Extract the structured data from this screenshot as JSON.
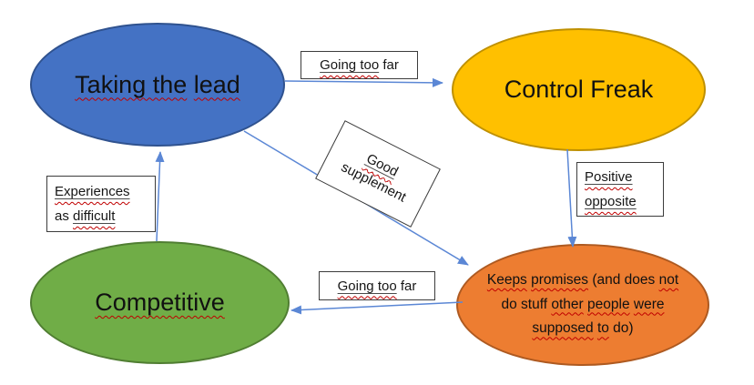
{
  "colors": {
    "connector": "#5b87d5",
    "spell": "#c00000",
    "box_border": "#3c3c3c",
    "node_blue_fill": "#4472C4",
    "node_blue_border": "#2F528F",
    "node_gold_fill": "#FFC000",
    "node_gold_border": "#BF9000",
    "node_green_fill": "#70AD47",
    "node_green_border": "#507E32",
    "node_orange_fill": "#ED7D31",
    "node_orange_border": "#AE5A21"
  },
  "diagram": {
    "nodes": [
      {
        "id": "taking-the-lead",
        "label": "Taking the lead",
        "fill": "#4472C4",
        "border": "#2F528F",
        "lines": [
          [
            {
              "t": "Taking the",
              "m": true
            },
            {
              "t": " ",
              "m": false
            },
            {
              "t": "lead",
              "m": true
            }
          ]
        ]
      },
      {
        "id": "control-freak",
        "label": "Control Freak",
        "fill": "#FFC000",
        "border": "#BF9000",
        "lines": [
          [
            {
              "t": "Control Freak",
              "m": false
            }
          ]
        ]
      },
      {
        "id": "competitive",
        "label": "Competitive",
        "fill": "#70AD47",
        "border": "#507E32",
        "lines": [
          [
            {
              "t": "Competitive",
              "m": true
            }
          ]
        ]
      },
      {
        "id": "keeps-promises",
        "label": "Keeps promises (and does not do stuff other people were supposed to do)",
        "fill": "#ED7D31",
        "border": "#AE5A21",
        "lines": [
          [
            {
              "t": "Keeps",
              "m": true
            },
            {
              "t": " ",
              "m": false
            },
            {
              "t": "promises",
              "m": true
            },
            {
              "t": " (and does ",
              "m": false
            },
            {
              "t": "not",
              "m": true
            }
          ],
          [
            {
              "t": "do stuff ",
              "m": false
            },
            {
              "t": "other",
              "m": true
            },
            {
              "t": " ",
              "m": false
            },
            {
              "t": "people",
              "m": true
            },
            {
              "t": " ",
              "m": false
            },
            {
              "t": "were",
              "m": true
            }
          ],
          [
            {
              "t": "supposed",
              "m": true
            },
            {
              "t": " ",
              "m": false
            },
            {
              "t": "to",
              "m": true
            },
            {
              "t": " do)",
              "m": false
            }
          ]
        ]
      }
    ],
    "edge_labels": [
      {
        "id": "going-too-far-top",
        "label": "Going too far",
        "lines": [
          [
            {
              "t": "Going too",
              "m": true
            },
            {
              "t": " far",
              "m": false
            }
          ]
        ]
      },
      {
        "id": "good-supplement",
        "label": "Good supplement",
        "lines": [
          [
            {
              "t": "Good",
              "m": true
            }
          ],
          [
            {
              "t": "supplement",
              "m": false
            }
          ]
        ]
      },
      {
        "id": "experiences-as-difficult",
        "label": "Experiences as difficult",
        "lines": [
          [
            {
              "t": "Experiences",
              "m": true
            }
          ],
          [
            {
              "t": "as ",
              "m": false
            },
            {
              "t": "difficult",
              "m": true
            }
          ]
        ]
      },
      {
        "id": "positive-opposite",
        "label": "Positive opposite",
        "lines": [
          [
            {
              "t": "Positive",
              "m": true
            }
          ],
          [
            {
              "t": "opposite",
              "m": true
            }
          ]
        ]
      },
      {
        "id": "going-too-far-bottom",
        "label": "Going too far",
        "lines": [
          [
            {
              "t": "Going too",
              "m": true
            },
            {
              "t": " far",
              "m": false
            }
          ]
        ]
      }
    ],
    "edges": [
      {
        "from": "taking-the-lead",
        "to": "control-freak",
        "label": "Going too far"
      },
      {
        "from": "taking-the-lead",
        "to": "keeps-promises",
        "label": "Good supplement"
      },
      {
        "from": "control-freak",
        "to": "keeps-promises",
        "label": "Positive opposite"
      },
      {
        "from": "keeps-promises",
        "to": "competitive",
        "label": "Going too far"
      },
      {
        "from": "competitive",
        "to": "taking-the-lead",
        "label": "Experiences as difficult"
      }
    ]
  }
}
